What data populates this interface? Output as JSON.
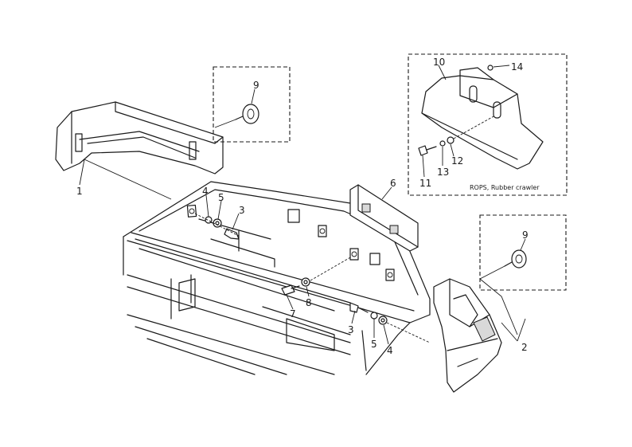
{
  "labels": {
    "p1": "1",
    "p2": "2",
    "p3a": "3",
    "p3b": "3",
    "p4a": "4",
    "p4b": "4",
    "p5a": "5",
    "p5b": "5",
    "p6": "6",
    "p7": "7",
    "p8": "8",
    "p9a": "9",
    "p9b": "9",
    "p10": "10",
    "p11": "11",
    "p12": "12",
    "p13": "13",
    "p14": "14"
  },
  "inset_note": "ROPS, Rubber crawler"
}
